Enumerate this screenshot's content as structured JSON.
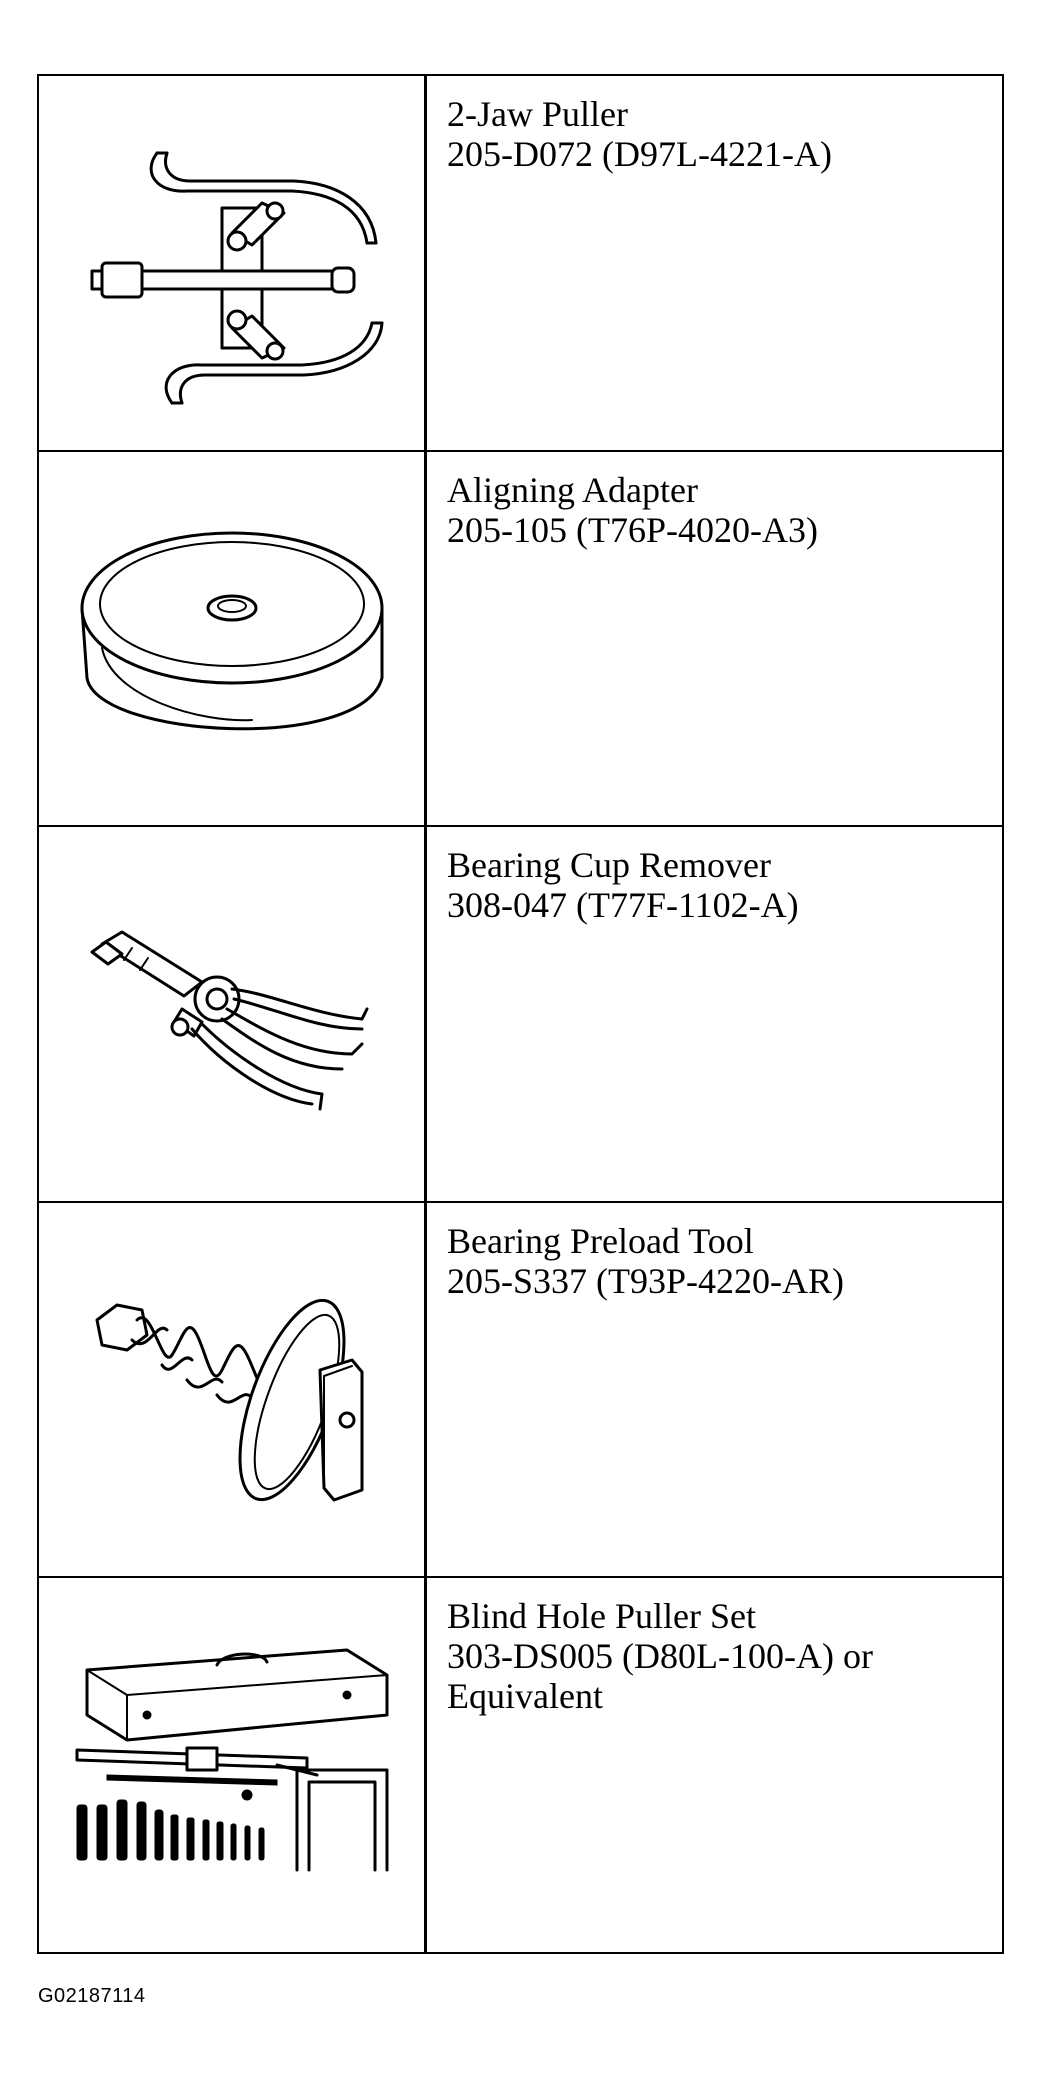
{
  "tools": [
    {
      "name": "2-Jaw Puller",
      "number": "205-D072 (D97L-4221-A)",
      "icon": "two-jaw-puller-icon"
    },
    {
      "name": "Aligning Adapter",
      "number": "205-105 (T76P-4020-A3)",
      "icon": "aligning-adapter-icon"
    },
    {
      "name": "Bearing Cup Remover",
      "number": "308-047 (T77F-1102-A)",
      "icon": "bearing-cup-remover-icon"
    },
    {
      "name": "Bearing Preload Tool",
      "number": "205-S337 (T93P-4220-AR)",
      "icon": "bearing-preload-tool-icon"
    },
    {
      "name": "Blind Hole Puller Set",
      "number": "303-DS005 (D80L-100-A) or",
      "extra": "Equivalent",
      "icon": "blind-hole-puller-set-icon"
    }
  ],
  "caption": "G02187114"
}
